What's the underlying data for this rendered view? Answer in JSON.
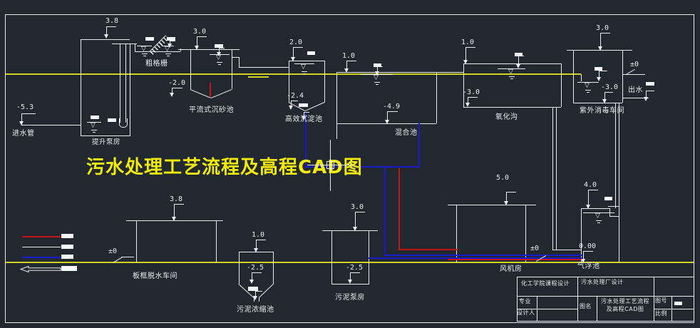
{
  "window": {
    "background": "#212830",
    "line_color": "#e8ecef"
  },
  "title": {
    "text": "污水处理工艺流程及高程CAD图",
    "color": "#f2ea0a"
  },
  "colors": {
    "water_level_line": "#d2d21e",
    "sludge_pipe": "#c41414",
    "drain_pipe": "#1a1acd",
    "white_line": "#e8ecef"
  },
  "stations": {
    "inlet": {
      "label": "进水管",
      "elevation": "-5.3"
    },
    "lift": {
      "label": "提升泵房",
      "elevation_top": "3.8"
    },
    "screen": {
      "label": "粗格栅"
    },
    "grit": {
      "label": "平流式沉砂池",
      "elevation_top": "3.0",
      "elevation_bottom": "-2.0"
    },
    "sed": {
      "label": "高效沉淀池",
      "elevation_top": "2.0",
      "elevation_bottom": "-2.4"
    },
    "mix": {
      "label": "混合池",
      "elevation_top": "1.0",
      "elevation_bottom": "-4.9"
    },
    "oxi": {
      "label": "氧化沟",
      "elevation_top": "1.0",
      "elevation_bottom": "-3.0"
    },
    "uv": {
      "label": "紫外消毒车间",
      "elevation_top": "3.0",
      "elevation_zero": "±0",
      "elevation_bottom": "-3.0",
      "outlet_label": "出水"
    },
    "dewater": {
      "label": "板框脱水车间",
      "elevation_top": "3.8",
      "elevation_zero": "±0"
    },
    "thickener": {
      "label": "污泥浓缩池",
      "elevation_top": "1.0",
      "elevation_bottom": "-2.5"
    },
    "sludgepump": {
      "label": "污泥泵房",
      "elevation_top": "3.0",
      "elevation_bottom": "-2.5"
    },
    "blower": {
      "label": "风机房",
      "elevation_top": "5.0",
      "elevation_zero": "±0"
    },
    "flotation": {
      "label": "气浮池",
      "elevation_top": "4.0",
      "elevation_bottom": "0.00"
    }
  },
  "legend": {
    "swatches": [
      "#c41414",
      "#e8ecef",
      "#1a1acd",
      "outline-arrow"
    ]
  },
  "title_block": {
    "course": "化工学院课程设计",
    "project": "污水处理厂设计",
    "major_label": "专业",
    "designer_label": "设计人",
    "drawing_name_label": "图名",
    "drawing_name": "污水处理工艺流程及高程CAD图",
    "drawing_no_label": "图号",
    "scale_label": "比例"
  }
}
